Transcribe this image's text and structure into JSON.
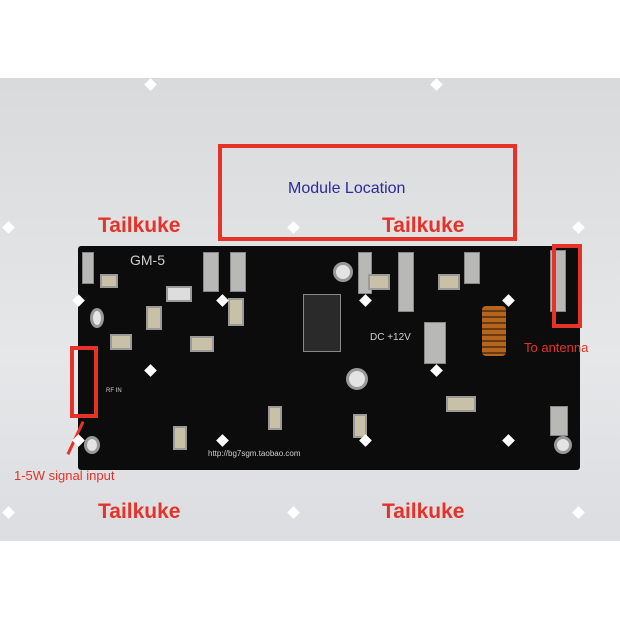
{
  "board": {
    "silkscreen_model": "GM-5",
    "silkscreen_url": "http://bg7sgm.taobao.com",
    "silkscreen_dc": "DC +12V",
    "silkscreen_rfin": "RF IN"
  },
  "annotations": {
    "module_location": "Module Location",
    "output": "To antenna",
    "input": "1-5W signal input"
  },
  "watermarks": [
    "Tailkuke",
    "Tailkuke",
    "Tailkuke",
    "Tailkuke"
  ],
  "colors": {
    "annotation_red": "#e5332a",
    "module_text": "#2a2aa0",
    "pcb": "#0c0c0d"
  }
}
